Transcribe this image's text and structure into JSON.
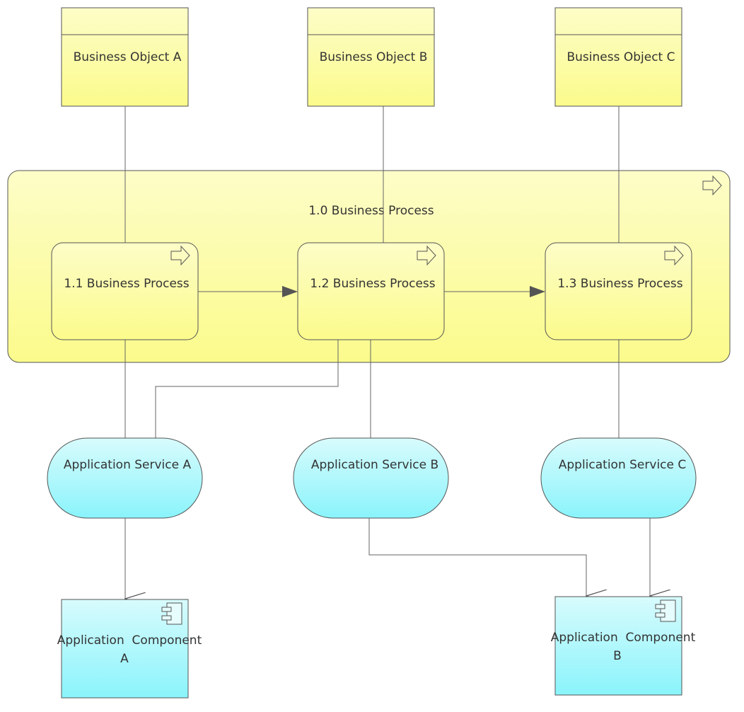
{
  "colors": {
    "business_top": "#fdfdc8",
    "business_bottom": "#fbfb8c",
    "app_top": "#d8fbfd",
    "app_bottom": "#8af4fb",
    "stroke": "#555555",
    "line": "#666666"
  },
  "business_objects": [
    {
      "label": "Business Object A"
    },
    {
      "label": "Business Object B"
    },
    {
      "label": "Business Object C"
    }
  ],
  "main_process": {
    "label": "1.0 Business Process",
    "icon": "process-arrow-icon"
  },
  "sub_processes": [
    {
      "label": "1.1 Business Process",
      "icon": "process-arrow-icon"
    },
    {
      "label": "1.2 Business Process",
      "icon": "process-arrow-icon"
    },
    {
      "label": "1.3 Business Process",
      "icon": "process-arrow-icon"
    }
  ],
  "app_services": [
    {
      "label": "Application Service A"
    },
    {
      "label": "Application Service B"
    },
    {
      "label": "Application Service C"
    }
  ],
  "app_components": [
    {
      "line1": "Application  Component",
      "line2": "A",
      "icon": "component-icon"
    },
    {
      "line1": "Application  Component",
      "line2": "B",
      "icon": "component-icon"
    }
  ]
}
